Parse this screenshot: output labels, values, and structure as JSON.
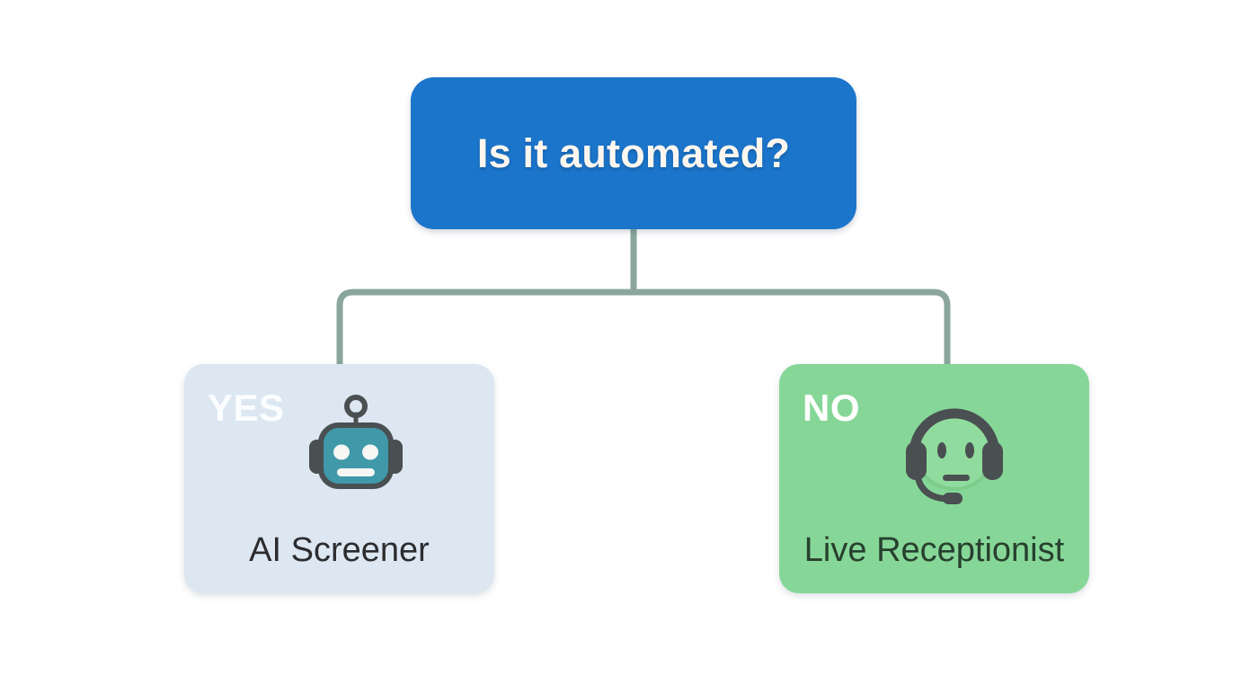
{
  "diagram": {
    "title_node": {
      "label": "Is it automated?",
      "color": "#1b75cb",
      "text_color": "#fdf6ef"
    },
    "connector": {
      "color": "#8ba69c",
      "style": "elbow"
    },
    "branches": [
      {
        "badge": "YES",
        "caption": "AI Screener",
        "icon": "robot-icon",
        "bg_color": "#dce7f2",
        "badge_color": "#fbfdff",
        "caption_color": "#2c2c2e"
      },
      {
        "badge": "NO",
        "caption": "Live Receptionist",
        "icon": "headset-agent-icon",
        "bg_color": "#86d797",
        "badge_color": "#ffffff",
        "caption_color": "#27402e"
      }
    ]
  }
}
